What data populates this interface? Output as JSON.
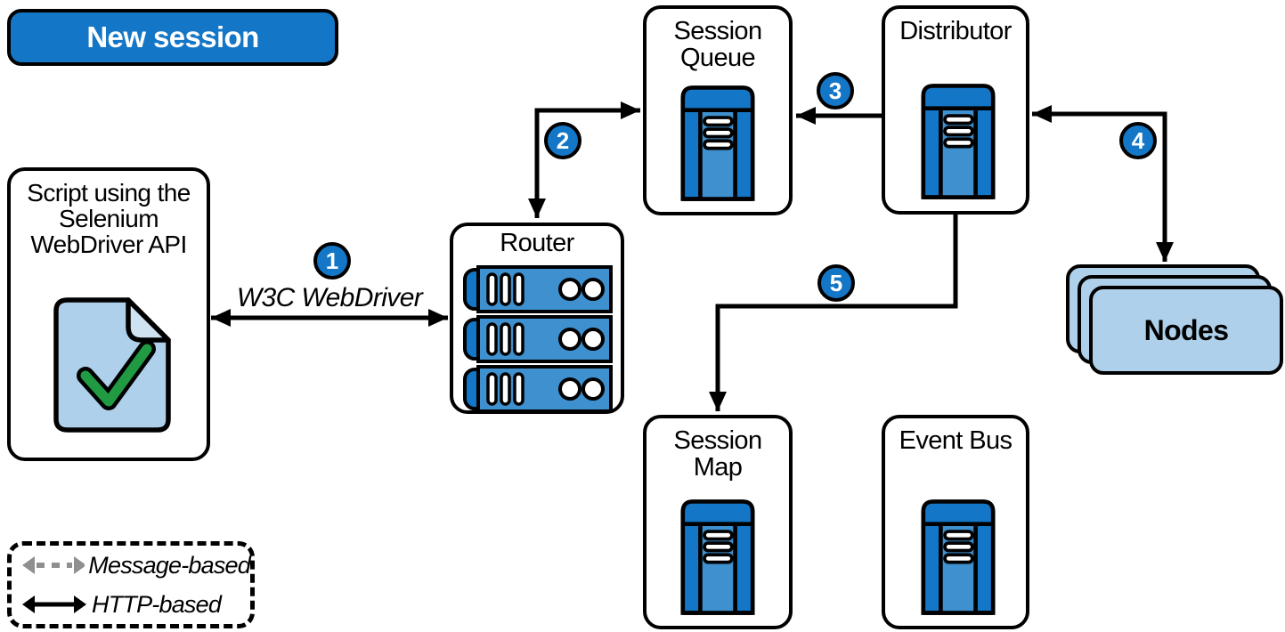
{
  "palette": {
    "primary_blue": "#1476c6",
    "mid_blue": "#3e90ce",
    "light_blue": "#aed0ea",
    "fold_blue": "#cfe2f2",
    "check_green": "#219b43",
    "legend_gray": "#8f8f8f",
    "outline_black": "#000000"
  },
  "banner": {
    "label": "New session"
  },
  "boxes": {
    "script": {
      "title": "Script using the Selenium WebDriver API"
    },
    "router": {
      "title": "Router"
    },
    "session_queue": {
      "title": "Session Queue"
    },
    "distributor": {
      "title": "Distributor"
    },
    "session_map": {
      "title": "Session Map"
    },
    "event_bus": {
      "title": "Event Bus"
    },
    "nodes": {
      "title": "Nodes"
    }
  },
  "arrows": {
    "w3c_label": "W3C WebDriver"
  },
  "badges": [
    "1",
    "2",
    "3",
    "4",
    "5"
  ],
  "legend": {
    "message_label": "Message-based",
    "http_label": "HTTP-based"
  }
}
